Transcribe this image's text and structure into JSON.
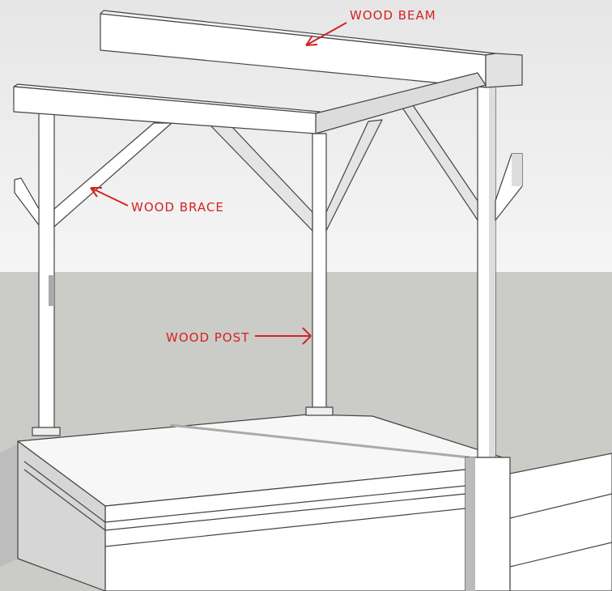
{
  "labels": {
    "beam": "WOOD BEAM",
    "brace": "WOOD BRACE",
    "post": "WOOD POST"
  },
  "colors": {
    "label": "#d42222",
    "sky": "#eeeeee",
    "ground": "#cbcbc7"
  }
}
